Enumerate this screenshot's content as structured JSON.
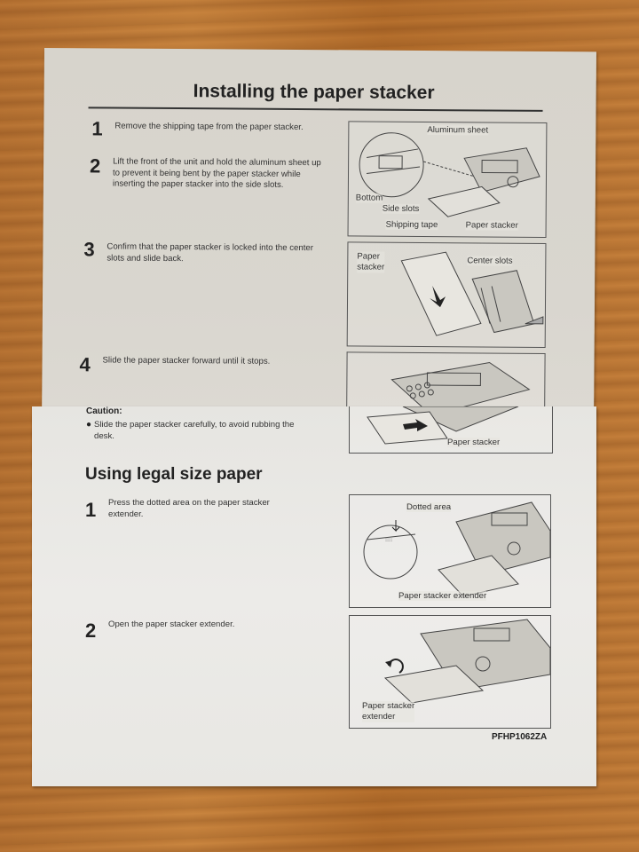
{
  "section1": {
    "title": "Installing the paper stacker",
    "steps": [
      {
        "number": "1",
        "text": "Remove the shipping tape from the paper stacker."
      },
      {
        "number": "2",
        "text": "Lift the front of the unit and hold the aluminum sheet up to prevent it being bent by the paper stacker while inserting the paper stacker into the side slots."
      },
      {
        "number": "3",
        "text": "Confirm that the paper stacker is locked into the center slots and slide back."
      },
      {
        "number": "4",
        "text": "Slide the paper stacker forward until it stops."
      }
    ],
    "caution": {
      "heading": "Caution:",
      "bullet": "Slide the paper stacker carefully, to avoid rubbing the desk."
    }
  },
  "section2": {
    "title": "Using legal size paper",
    "steps": [
      {
        "number": "1",
        "text": "Press the dotted area on the paper stacker extender."
      },
      {
        "number": "2",
        "text": "Open the paper stacker extender."
      }
    ]
  },
  "figures": {
    "fig1": {
      "aluminum_sheet": "Aluminum sheet",
      "bottom": "Bottom",
      "side_slots": "Side slots",
      "shipping_tape": "Shipping tape",
      "paper_stacker": "Paper stacker"
    },
    "fig2": {
      "paper_stacker": "Paper\nstacker",
      "center_slots": "Center slots"
    },
    "fig3": {
      "paper_stacker": "Paper stacker"
    },
    "fig4": {
      "dotted_area": "Dotted area",
      "extender": "Paper stacker extender"
    },
    "fig5": {
      "extender": "Paper stacker\nextender"
    }
  },
  "footer": {
    "code": "PFHP1062ZA"
  },
  "colors": {
    "text": "#222222",
    "rule": "#333333",
    "panel_border": "#555555"
  }
}
